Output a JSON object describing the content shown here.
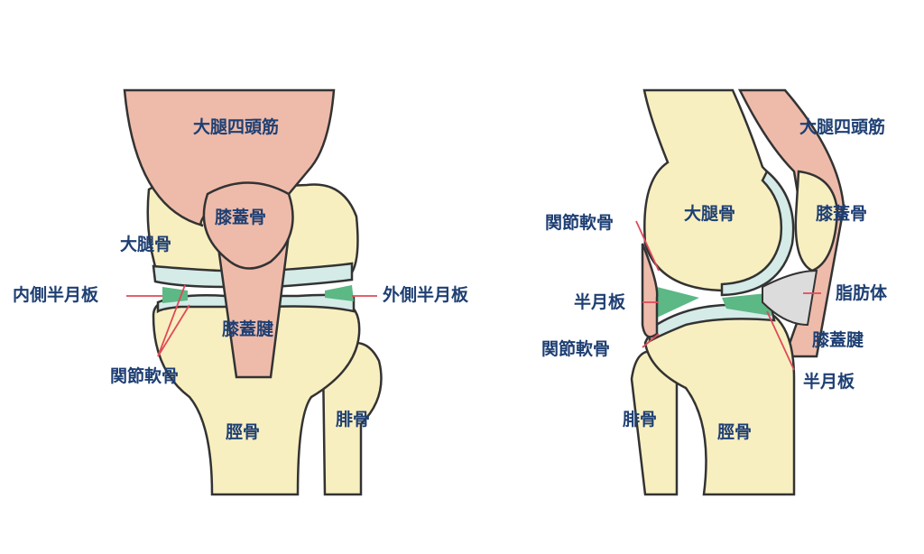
{
  "front_view": {
    "labels": {
      "quadriceps": "大腿四頭筋",
      "patella": "膝蓋骨",
      "femur": "大腿骨",
      "medial_meniscus": "内側半月板",
      "lateral_meniscus": "外側半月板",
      "patellar_tendon": "膝蓋腱",
      "articular_cartilage": "関節軟骨",
      "tibia": "脛骨",
      "fibula": "腓骨"
    }
  },
  "side_view": {
    "labels": {
      "quadriceps": "大腿四頭筋",
      "femur": "大腿骨",
      "patella": "膝蓋骨",
      "articular_cartilage_upper": "関節軟骨",
      "meniscus_left": "半月板",
      "fat_pad": "脂肪体",
      "articular_cartilage_lower": "関節軟骨",
      "patellar_tendon": "膝蓋腱",
      "meniscus_right": "半月板",
      "fibula": "腓骨",
      "tibia": "脛骨"
    }
  },
  "colors": {
    "bone": "#f8efc0",
    "muscle": "#eebbaa",
    "cartilage": "#d4ebe8",
    "meniscus": "#5cb884",
    "fat": "#dcdcdc",
    "text": "#1e3f73",
    "leader": "#e04a5a"
  }
}
